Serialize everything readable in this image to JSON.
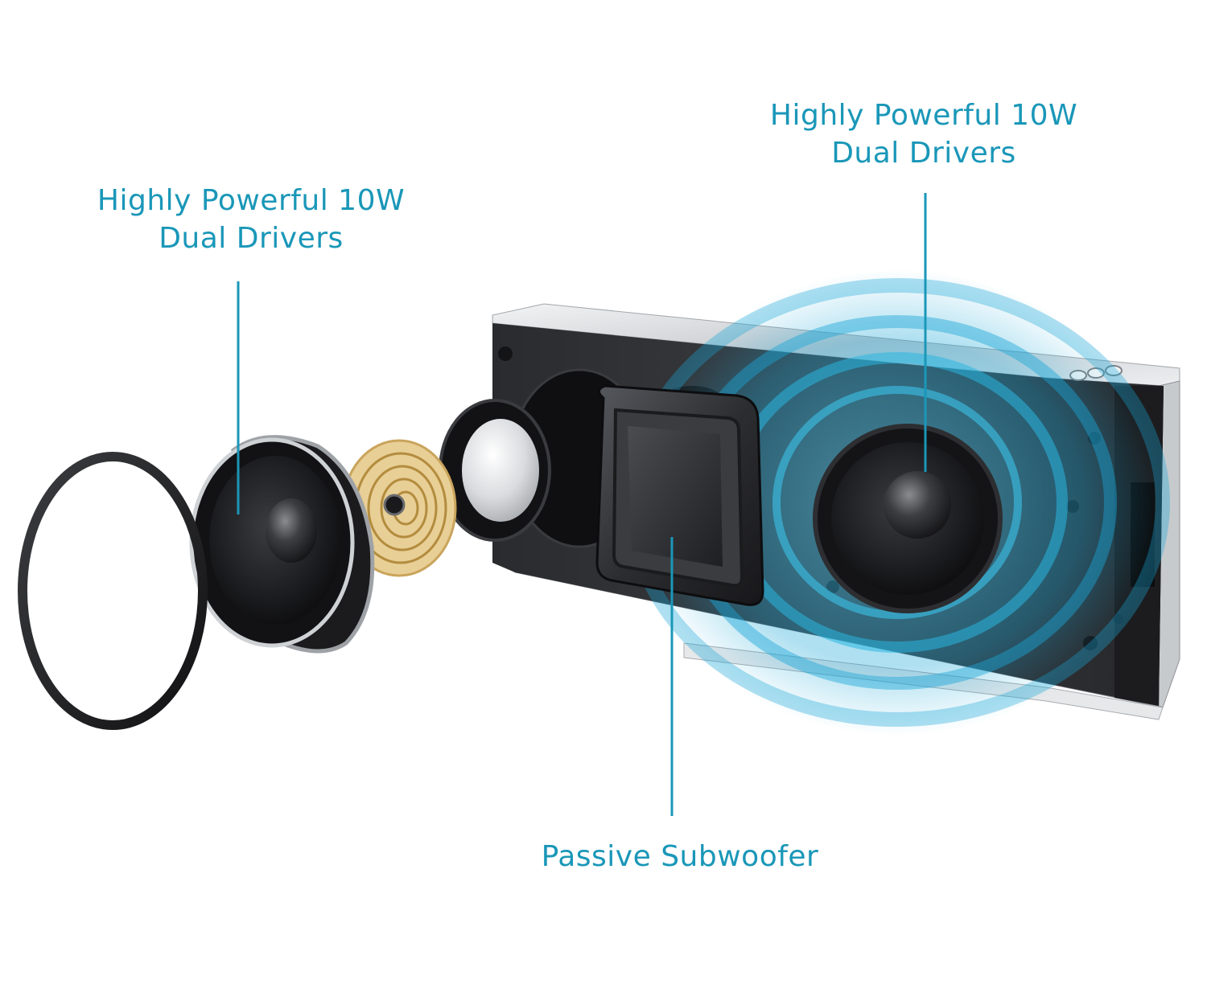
{
  "colors": {
    "callout": "#1a97b8",
    "background": "#ffffff",
    "sound_wave": "#1aa6d6",
    "housing_silver": "#d4d7da",
    "driver_black": "#1b1b1d",
    "voice_coil_gold": "#caa45c"
  },
  "callouts": {
    "left": {
      "line1": "Highly Powerful 10W",
      "line2": "Dual Drivers"
    },
    "right": {
      "line1": "Highly Powerful 10W",
      "line2": "Dual Drivers"
    },
    "bottom": {
      "line1": "Passive Subwoofer"
    }
  }
}
